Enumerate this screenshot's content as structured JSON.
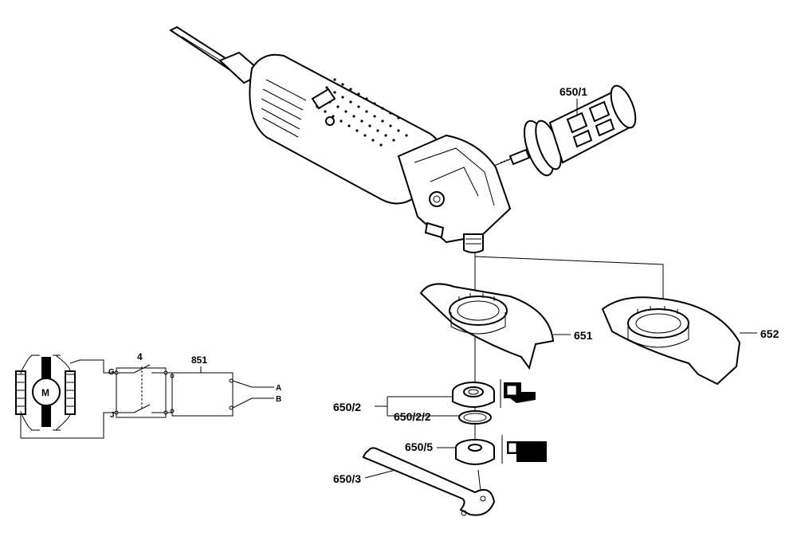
{
  "labels": {
    "handle": "650/1",
    "guard_left": "651",
    "guard_right": "652",
    "flange_group": "650/2",
    "oring": "650/2/2",
    "nut": "650/5",
    "spanner": "650/3",
    "switch": "4",
    "filter": "851"
  },
  "schematic": {
    "motor": "M",
    "term_g": "G",
    "term_j": "J",
    "term_a": "A",
    "term_b": "B"
  }
}
